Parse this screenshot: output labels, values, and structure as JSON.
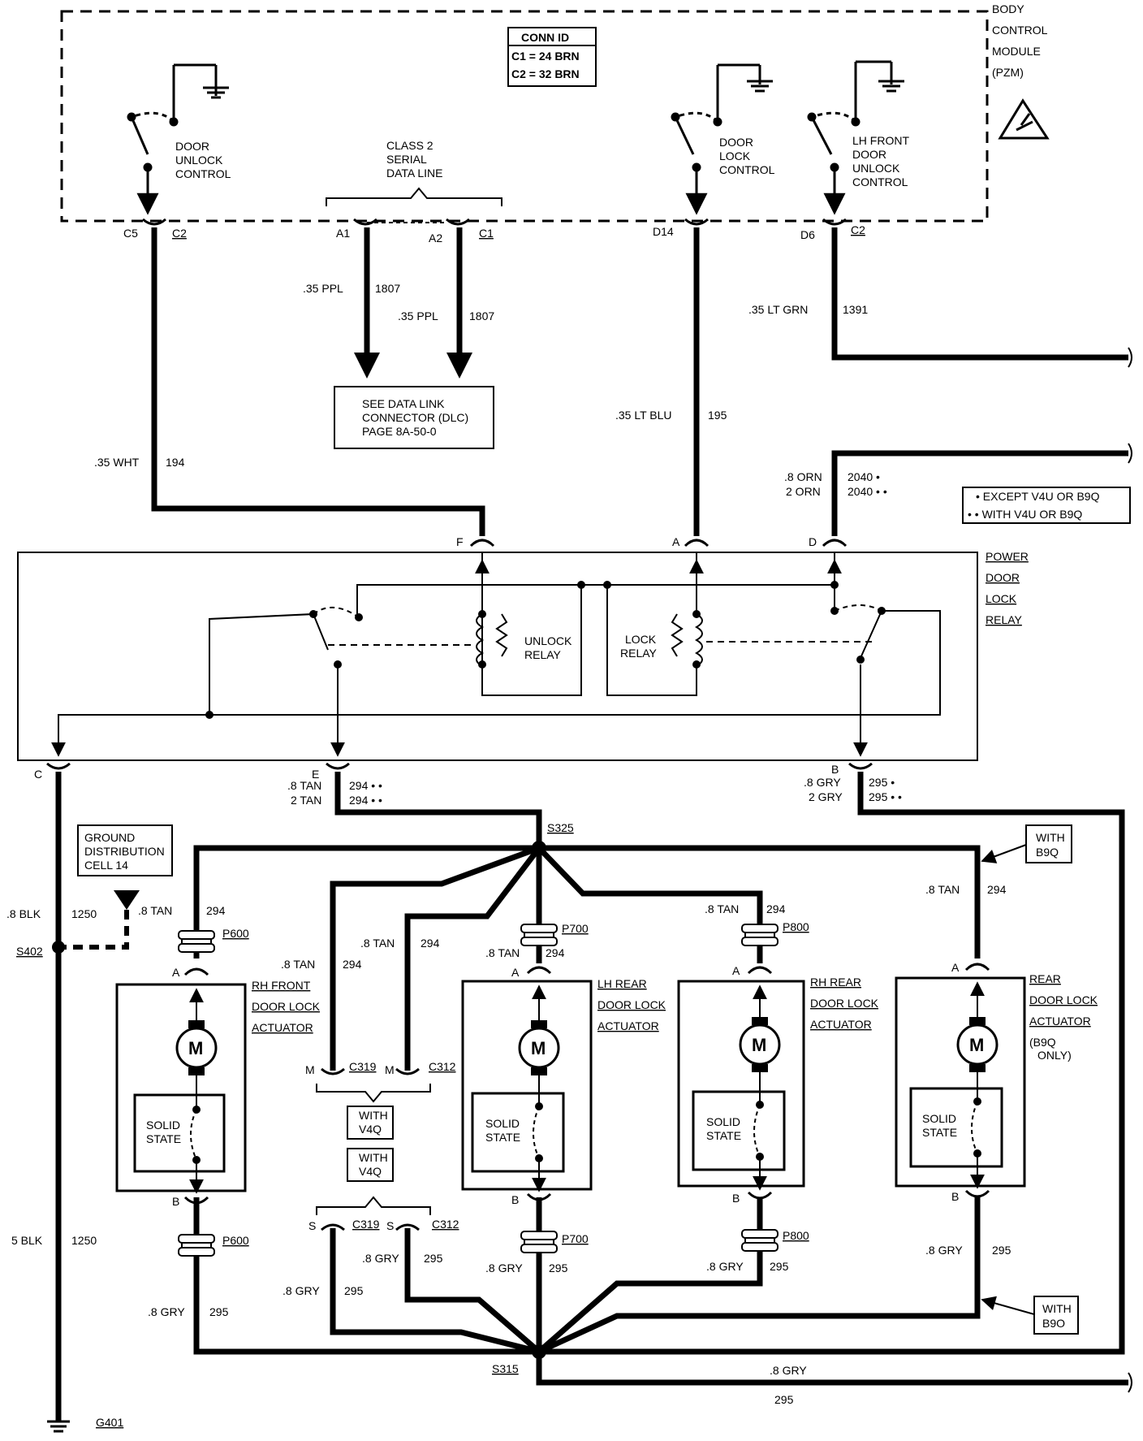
{
  "bcm": {
    "label_lines": [
      "BODY",
      "CONTROL",
      "MODULE",
      "(PZM)"
    ],
    "conn_id": {
      "title": "CONN ID",
      "c1": "C1 = 24 BRN",
      "c2": "C2 = 32 BRN"
    },
    "door_unlock_control": [
      "DOOR",
      "UNLOCK",
      "CONTROL"
    ],
    "class2": [
      "CLASS 2",
      "SERIAL",
      "DATA LINE"
    ],
    "door_lock_control": [
      "DOOR",
      "LOCK",
      "CONTROL"
    ],
    "lh_front_unlock": [
      "LH FRONT",
      "DOOR",
      "UNLOCK",
      "CONTROL"
    ],
    "pins": {
      "c5": "C5",
      "c2a": "C2",
      "a1": "A1",
      "a2": "A2",
      "c1": "C1",
      "d14": "D14",
      "d6": "D6",
      "c2b": "C2"
    }
  },
  "wires": {
    "w194_color": ".35 WHT",
    "w194_num": "194",
    "w1807a_color": ".35 PPL",
    "w1807a_num": "1807",
    "w1807b_color": ".35 PPL",
    "w1807b_num": "1807",
    "w195_color": ".35 LT BLU",
    "w195_num": "195",
    "w1391_color": ".35 LT GRN",
    "w1391_num": "1391",
    "w2040_color1": ".8 ORN",
    "w2040_num1": "2040 •",
    "w2040_color2": "2 ORN",
    "w2040_num2": "2040 • •",
    "w294e_color1": ".8 TAN",
    "w294e_num1": "294 • •",
    "w294e_color2": "2 TAN",
    "w294e_num2": "294 • •",
    "w295b_color1": ".8 GRY",
    "w295b_num1": "295 •",
    "w295b_color2": "2 GRY",
    "w295b_num2": "295 • •",
    "w1250a_color": ".8 BLK",
    "w1250a_num": "1250",
    "w1250b_color": "5 BLK",
    "w1250b_num": "1250",
    "tan": ".8 TAN",
    "gry": ".8 GRY",
    "n294": "294",
    "n295": "295"
  },
  "dlc_box": [
    "SEE DATA LINK",
    "CONNECTOR (DLC)",
    "PAGE 8A-50-0"
  ],
  "legend": [
    "• EXCEPT V4U OR B9Q",
    "• • WITH V4U OR B9Q"
  ],
  "relay": {
    "label": [
      "POWER",
      "DOOR",
      "LOCK",
      "RELAY"
    ],
    "unlock": [
      "UNLOCK",
      "RELAY"
    ],
    "lock": [
      "LOCK",
      "RELAY"
    ],
    "pins": {
      "f": "F",
      "a": "A",
      "d": "D",
      "c": "C",
      "e": "E",
      "b": "B"
    }
  },
  "splices": {
    "s325": "S325",
    "s315": "S315",
    "s402": "S402",
    "g401": "G401"
  },
  "ground_cell": [
    "GROUND",
    "DISTRIBUTION",
    "CELL 14"
  ],
  "with_b9q": [
    "WITH",
    "B9Q"
  ],
  "with_b9o": [
    "WITH",
    "B9O"
  ],
  "with_v4q": [
    "WITH",
    "V4Q"
  ],
  "connectors": {
    "p600": "P600",
    "p700": "P700",
    "p800": "P800",
    "c319": "C319",
    "c312": "C312",
    "m": "M",
    "s": "S",
    "a": "A",
    "b": "B"
  },
  "actuators": {
    "rh_front": [
      "RH FRONT",
      "DOOR LOCK",
      "ACTUATOR"
    ],
    "lh_rear": [
      "LH REAR",
      "DOOR LOCK",
      "ACTUATOR"
    ],
    "rh_rear": [
      "RH REAR",
      "DOOR LOCK",
      "ACTUATOR"
    ],
    "rear": [
      "REAR",
      "DOOR LOCK",
      "ACTUATOR",
      "(B9Q",
      "ONLY)"
    ],
    "motor": "M",
    "solid_state": [
      "SOLID",
      "STATE"
    ]
  }
}
